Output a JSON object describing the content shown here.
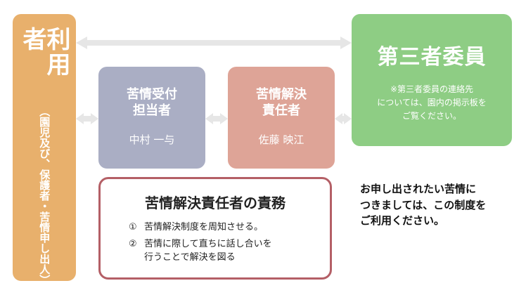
{
  "user": {
    "title": "利用者",
    "subtitle": "（園児及び、保護者・苦情申し出人）"
  },
  "reception": {
    "title": "苦情受付\n担当者",
    "name": "中村 一与"
  },
  "responsible": {
    "title": "苦情解決\n責任者",
    "name": "佐藤 映江"
  },
  "third_party": {
    "title": "第三者委員",
    "note": "※第三者委員の連絡先\nについては、園内の掲示板を\nご覧ください。"
  },
  "duties": {
    "title": "苦情解決責任者の責務",
    "items": [
      {
        "num": "①",
        "text": "苦情解決制度を周知させる。"
      },
      {
        "num": "②",
        "text": "苦情に際して直ちに話し合いを\n行うことで解決を図る"
      }
    ]
  },
  "invite": "お申し出されたい苦情に\nつきましては、この制度を\nご利用ください。",
  "colors": {
    "user": "#e8b06c",
    "reception": "#aaaec4",
    "responsible": "#dea497",
    "third_party": "#8ecd84",
    "duties_border": "#b45f66",
    "arrow": "#e6e6e6"
  }
}
